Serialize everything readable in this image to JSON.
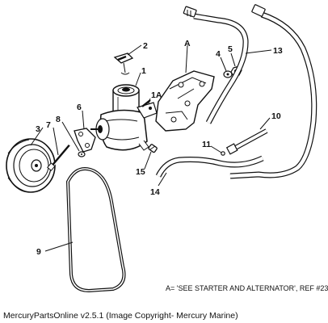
{
  "callouts": {
    "c1": "1",
    "c1a": "1A",
    "c2": "2",
    "c3": "3",
    "c4": "4",
    "c5": "5",
    "c6": "6",
    "c7": "7",
    "c8": "8",
    "c9": "9",
    "c10": "10",
    "c11": "11",
    "c13": "13",
    "c14": "14",
    "c15": "15",
    "cA": "A"
  },
  "note": "A= 'SEE STARTER AND ALTERNATOR', REF #23",
  "footer": "MercuryPartsOnline v2.5.1 (Image Copyright- Mercury Marine)"
}
